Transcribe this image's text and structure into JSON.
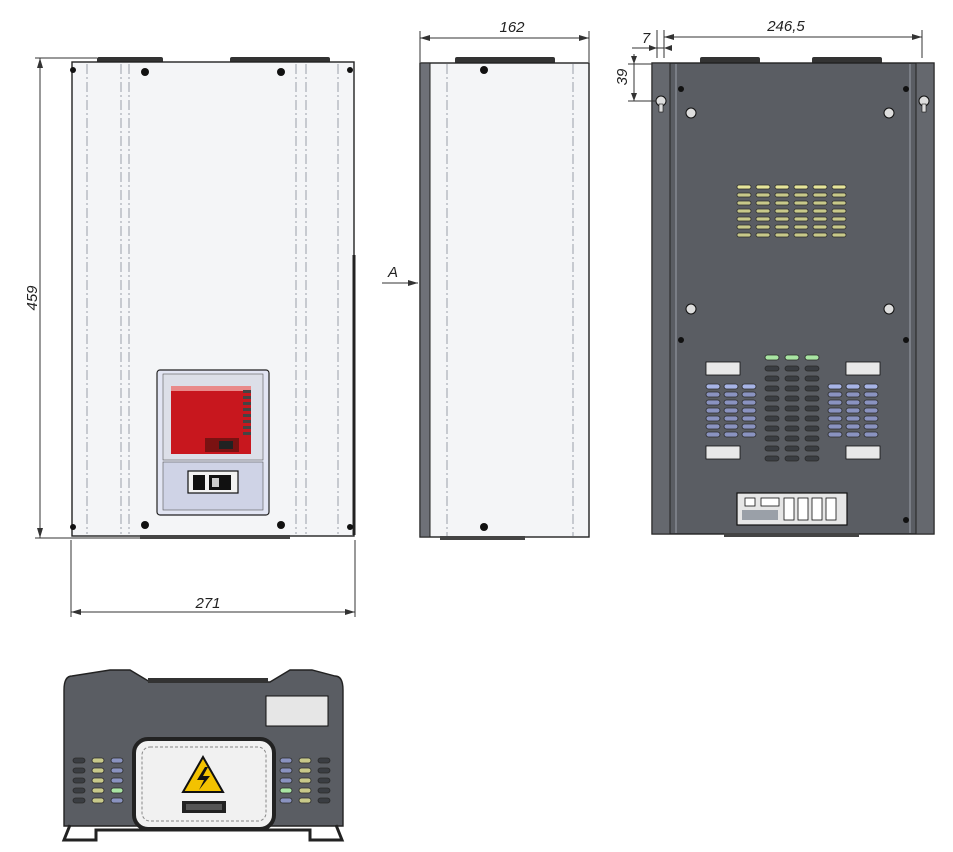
{
  "dimensions": {
    "height": "459",
    "width_front": "271",
    "depth_side": "162",
    "width_rear": "246,5",
    "offset_x": "7",
    "offset_y": "39"
  },
  "view_marker": "A",
  "colors": {
    "panel_light": "#f4f5f7",
    "panel_dark": "#5a5d63",
    "display_red": "#c8171e",
    "warning_yellow": "#f3c200",
    "slot_blue": "#a7b4e6",
    "slot_green": "#a9e5a3",
    "slot_yellow": "#e6e59a"
  },
  "icons": [
    "high-voltage-warning-icon",
    "circuit-breaker-icon",
    "mounting-keyhole-icon",
    "screw-icon"
  ]
}
